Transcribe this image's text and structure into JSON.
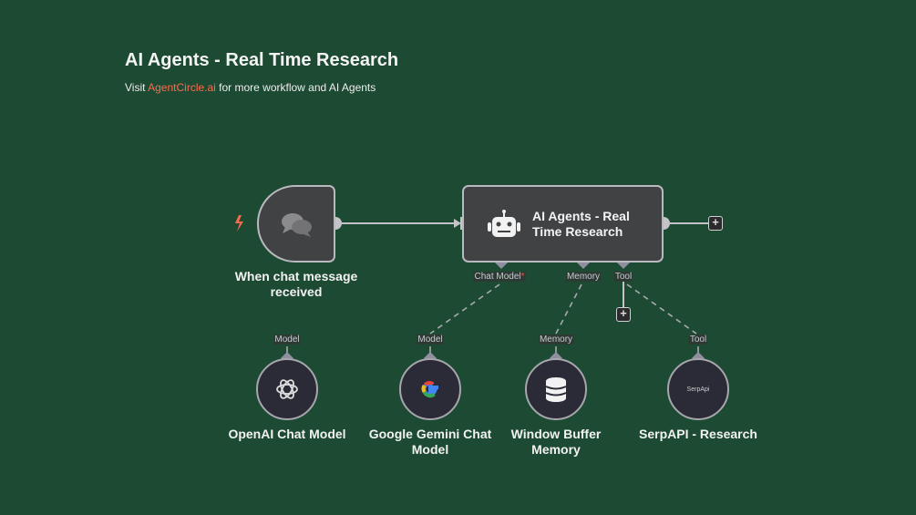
{
  "header": {
    "title": "AI Agents - Real Time Research",
    "subtitle_prefix": "Visit ",
    "subtitle_link": "AgentCircle.ai",
    "subtitle_suffix": " for more workflow and AI Agents"
  },
  "nodes": {
    "trigger": {
      "label": "When chat message received",
      "icon": "chat-bubbles-icon"
    },
    "agent": {
      "label": "AI Agents - Real Time Research",
      "icon": "robot-icon",
      "ports": [
        "Chat Model",
        "Memory",
        "Tool"
      ],
      "required_mark": "*"
    },
    "subnodes": [
      {
        "label": "OpenAI Chat Model",
        "port": "Model",
        "icon": "openai-icon"
      },
      {
        "label": "Google Gemini Chat Model",
        "port": "Model",
        "icon": "google-icon"
      },
      {
        "label": "Window Buffer Memory",
        "port": "Memory",
        "icon": "database-icon"
      },
      {
        "label": "SerpAPI - Research",
        "port": "Tool",
        "icon": "serpapi-icon",
        "icon_text": "SerpApi"
      }
    ]
  },
  "colors": {
    "background": "#1d4a33",
    "node": "#414244",
    "accent": "#ff6a4d"
  }
}
